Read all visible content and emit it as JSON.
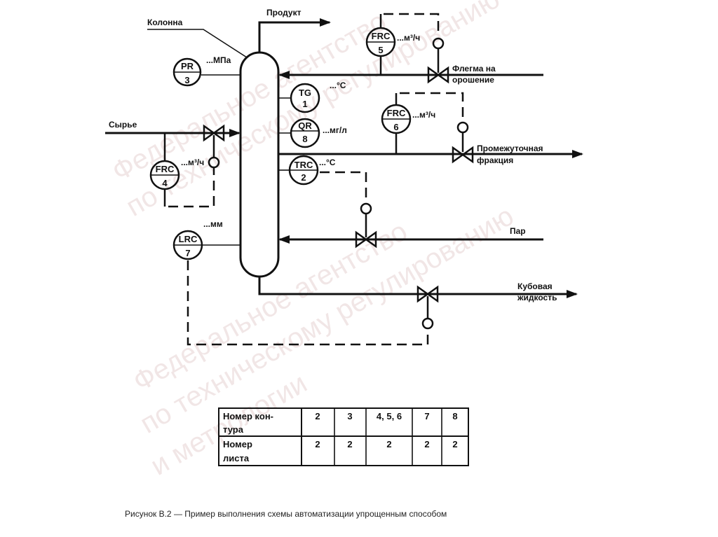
{
  "labels": {
    "column": "Колонна",
    "product": "Продукт",
    "feed": "Сырье",
    "reflux_1": "Флегма на",
    "reflux_2": "орошение",
    "intermediate_1": "Промежуточная",
    "intermediate_2": "фракция",
    "steam": "Пар",
    "bottoms_1": "Кубовая",
    "bottoms_2": "жидкость"
  },
  "instruments": {
    "pr3": {
      "code": "PR",
      "num": "3",
      "unit": "...МПа"
    },
    "tg1": {
      "code": "TG",
      "num": "1",
      "unit": "...°C"
    },
    "qr8": {
      "code": "QR",
      "num": "8",
      "unit": "...мг/л"
    },
    "trc2": {
      "code": "TRC",
      "num": "2",
      "unit": "...°C"
    },
    "frc4": {
      "code": "FRC",
      "num": "4",
      "unit": "...м³/ч"
    },
    "frc5": {
      "code": "FRC",
      "num": "5",
      "unit": "...м³/ч"
    },
    "frc6": {
      "code": "FRC",
      "num": "6",
      "unit": "...м³/ч"
    },
    "lrc7": {
      "code": "LRC",
      "num": "7",
      "unit": "...мм"
    }
  },
  "table": {
    "row1_header_1": "Номер кон-",
    "row1_header_2": "тура",
    "row2_header_1": "Номер",
    "row2_header_2": "листа",
    "contours": [
      "2",
      "3",
      "4, 5, 6",
      "7",
      "8"
    ],
    "sheets": [
      "2",
      "2",
      "2",
      "2",
      "2"
    ]
  },
  "caption": "Рисунок В.2 —  Пример выполнения схемы автоматизации упрощенным способом",
  "watermark": [
    "Федеральное агентство",
    "по техническому регулированию",
    "и метрологии"
  ]
}
